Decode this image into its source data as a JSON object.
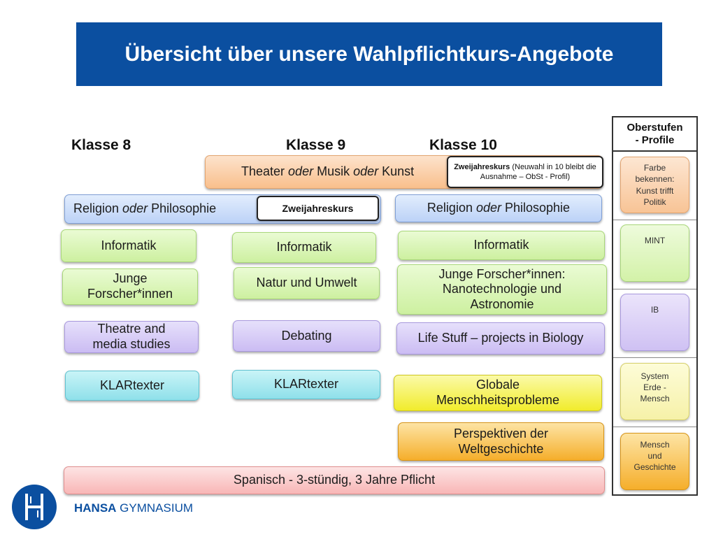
{
  "title": "Übersicht über unsere Wahlpflichtkurs-Angebote",
  "headers": {
    "k8": "Klasse 8",
    "k9": "Klasse 9",
    "k10": "Klasse 10"
  },
  "spanning": {
    "theater": {
      "p1": "Theater ",
      "p2": "oder",
      "p3": " Musik ",
      "p4": "oder",
      "p5": " Kunst"
    },
    "theater_note": {
      "bold": "Zweijahreskurs",
      "rest": " (Neuwahl in 10 bleibt die Ausnahme – ObSt - Profil)"
    },
    "religion_89": {
      "p1": "Religion ",
      "p2": "oder",
      "p3": " Philosophie"
    },
    "religion_89_note": "Zweijahreskurs",
    "religion_10": {
      "p1": "Religion ",
      "p2": "oder",
      "p3": " Philosophie"
    },
    "spanisch": "Spanisch - 3-stündig, 3 Jahre Pflicht"
  },
  "col8": {
    "informatik": "Informatik",
    "junge": "Junge\nForscher*innen",
    "theatre": "Theatre and\nmedia studies",
    "klartexter": "KLARtexter"
  },
  "col9": {
    "informatik": "Informatik",
    "natur": "Natur und Umwelt",
    "debating": "Debating",
    "klartexter": "KLARtexter"
  },
  "col10": {
    "informatik": "Informatik",
    "junge": "Junge Forscher*innen:\nNanotechnologie und\nAstronomie",
    "life": "Life Stuff – projects in Biology",
    "globale": "Globale\nMenschheitsprobleme",
    "perspektiven": "Perspektiven der\nWeltgeschichte"
  },
  "oberstufen": {
    "title": "Oberstufen\n- Profile",
    "profiles": [
      "Farbe\nbekennen:\nKunst trifft\nPolitik",
      "MINT",
      "IB",
      "System\nErde -\nMensch",
      "Mensch\nund\nGeschichte"
    ]
  },
  "logo": {
    "bold": "HANSA",
    "rest": " GYMNASIUM"
  },
  "colors": {
    "banner": "#0b4fa0",
    "green": "#cdf0a0",
    "purple": "#cbbcf3",
    "teal": "#8fe0ea",
    "blue": "#bcd2f7",
    "orange": "#f9bf8c",
    "yellow": "#f1ec2c",
    "amber": "#f5ae2b",
    "pink": "#f8b6b6"
  }
}
